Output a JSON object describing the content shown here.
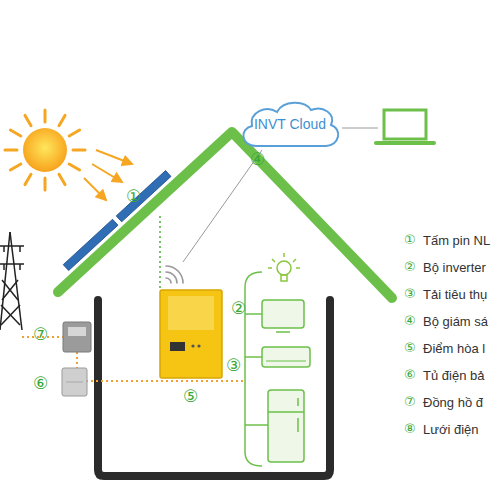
{
  "diagram": {
    "nodes": [
      {
        "text": [
          "INVT Cloud"
        ]
      }
    ],
    "labels": [
      "①",
      "④",
      "②",
      "③",
      "⑦",
      "⑥",
      "⑤",
      "①",
      "Tấm pin NL",
      "②",
      "Bộ inverter",
      "③",
      "Tải tiêu thụ",
      "④",
      "Bộ giám sá",
      "⑤",
      "Điểm hòa l",
      "⑥",
      "Tủ điện bả",
      "⑦",
      "Đồng hồ đ",
      "⑧",
      "Lưới điện"
    ]
  }
}
